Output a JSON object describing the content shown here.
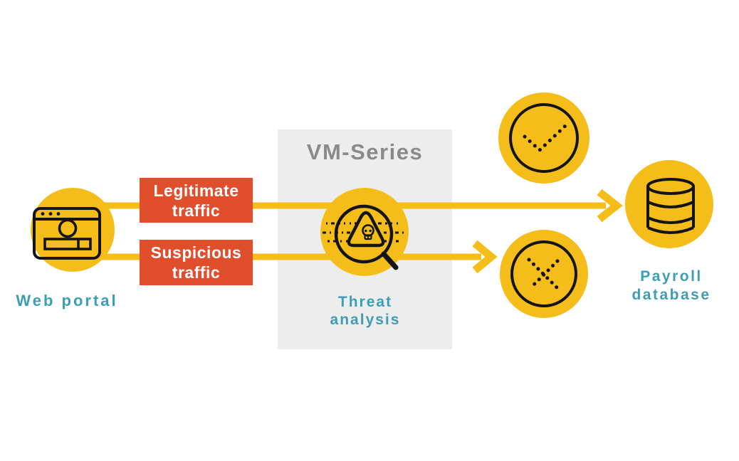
{
  "panel": {
    "title": "VM-Series"
  },
  "nodes": {
    "web_portal": {
      "label": "Web portal",
      "icon": "browser-window-icon"
    },
    "threat_analysis": {
      "label": "Threat analysis",
      "icon": "magnifying-glass-skull-warning-icon"
    },
    "allowed": {
      "icon": "dotted-checkmark-icon"
    },
    "blocked": {
      "icon": "dotted-cross-icon"
    },
    "payroll_database": {
      "label": "Payroll database",
      "icon": "database-cylinder-icon"
    }
  },
  "edges": [
    {
      "label": "Legitimate traffic",
      "from": "web_portal",
      "through": "threat_analysis",
      "to": "payroll_database"
    },
    {
      "label": "Suspicious traffic",
      "from": "web_portal",
      "through": "threat_analysis",
      "to": "blocked"
    }
  ],
  "palette": {
    "yellow": "#F5BD1A",
    "orange_red": "#E04E2B",
    "teal": "#3D9DB7",
    "panel_gray": "#EDEDEE",
    "title_gray": "#8A8A8C",
    "ink": "#141414",
    "background": "#FFFFFF"
  }
}
